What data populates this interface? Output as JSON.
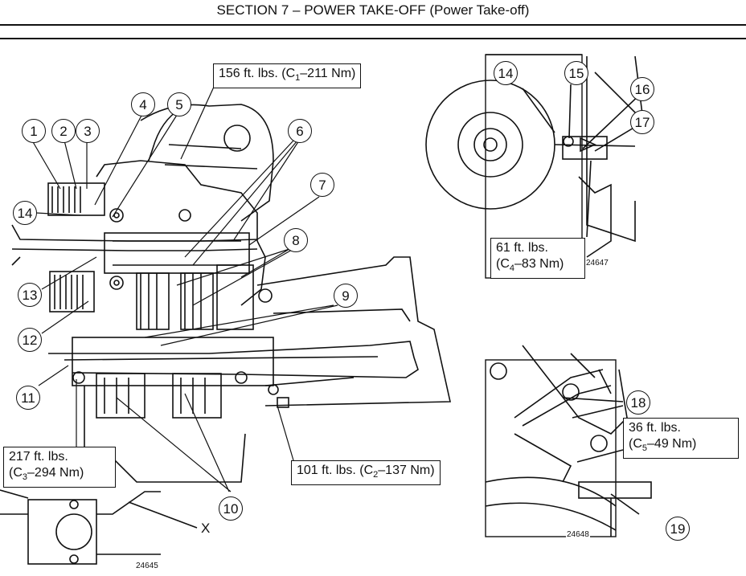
{
  "header": {
    "title": "SECTION 7 – POWER TAKE-OFF (Power Take-off)"
  },
  "callouts": [
    "1",
    "2",
    "3",
    "4",
    "5",
    "6",
    "7",
    "8",
    "9",
    "10",
    "11",
    "12",
    "13",
    "14",
    "14",
    "15",
    "16",
    "17",
    "18",
    "19"
  ],
  "torque_specs": {
    "c1": {
      "prefix": "156 ft. lbs. (C",
      "sub": "1",
      "suffix": "–211 Nm)"
    },
    "c2": {
      "prefix": "101 ft. lbs. (C",
      "sub": "2",
      "suffix": "–137 Nm)"
    },
    "c3": {
      "line1": "217 ft. lbs.",
      "prefix": "(C",
      "sub": "3",
      "suffix": "–294 Nm)"
    },
    "c4": {
      "line1": "61 ft. lbs.",
      "prefix": "(C",
      "sub": "4",
      "suffix": "–83 Nm)"
    },
    "c5": {
      "line1": "36 ft. lbs.",
      "prefix": "(C",
      "sub": "5",
      "suffix": "–49 Nm)"
    }
  },
  "figure_numbers": {
    "main": "24645",
    "top_right": "24647",
    "bottom_right": "24648"
  },
  "marker_x": "X"
}
